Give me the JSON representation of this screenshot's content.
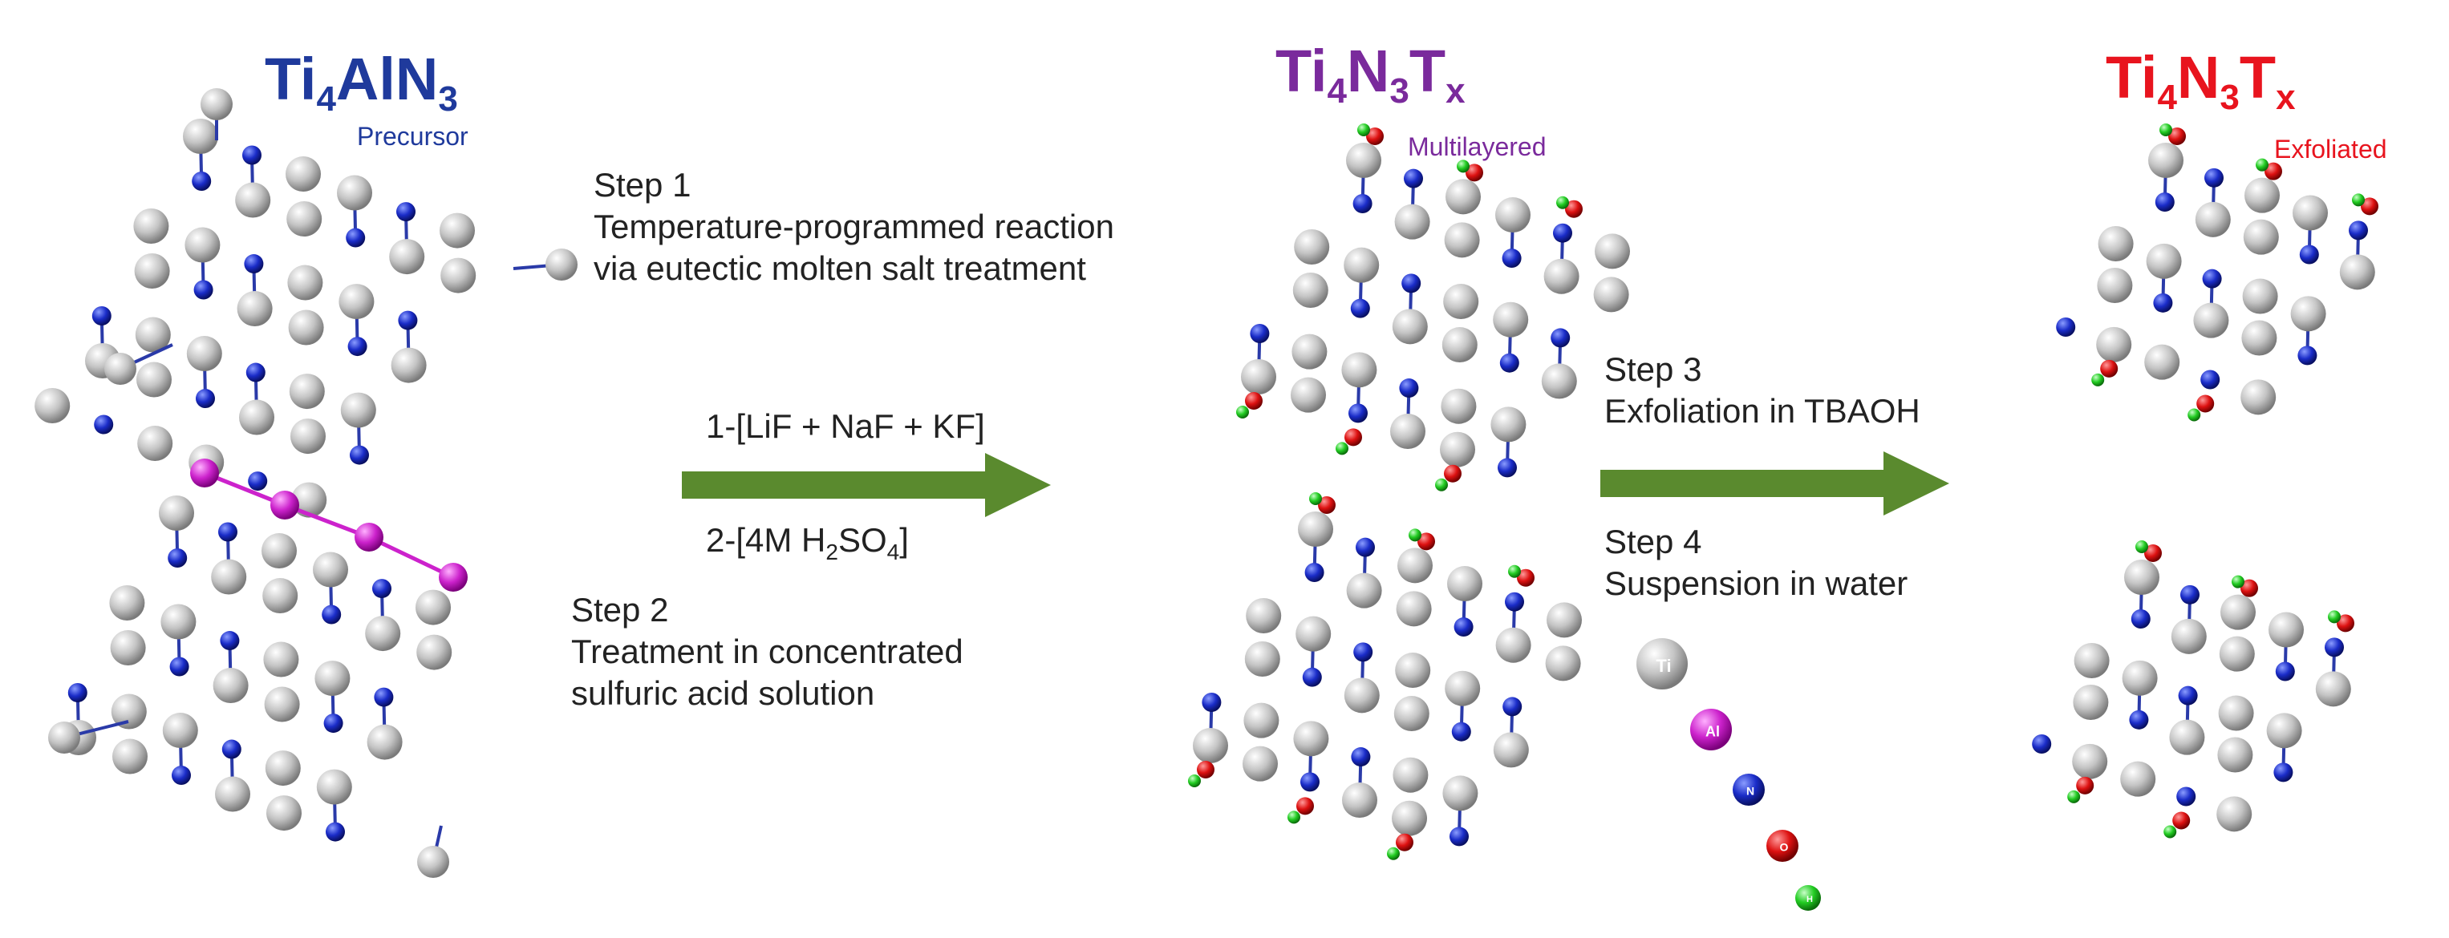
{
  "structures": {
    "precursor": {
      "formula": [
        "Ti",
        "4",
        "AlN",
        "3"
      ],
      "tag": "Precursor"
    },
    "multilayered": {
      "formula": [
        "Ti",
        "4",
        "N",
        "3",
        "T",
        "x"
      ],
      "tag": "Multilayered"
    },
    "exfoliated": {
      "formula": [
        "Ti",
        "4",
        "N",
        "3",
        "T",
        "x"
      ],
      "tag": "Exfoliated"
    }
  },
  "steps": {
    "step1": {
      "title": "Step 1",
      "lines": [
        "Temperature-programmed reaction",
        "via eutectic molten salt treatment"
      ]
    },
    "step2": {
      "title": "Step 2",
      "lines": [
        "Treatment in concentrated",
        "sulfuric acid solution"
      ]
    },
    "step3": {
      "title": "Step 3",
      "lines": [
        "Exfoliation in TBAOH"
      ]
    },
    "step4": {
      "title": "Step 4",
      "lines": [
        "Suspension in water"
      ]
    }
  },
  "reagents": {
    "line1": "1-[LiF + NaF + KF]",
    "line2": [
      "2-[4M H",
      "2",
      "SO",
      "4",
      "]"
    ]
  },
  "legend": [
    {
      "symbol": "Ti",
      "color": "#b8b8b8"
    },
    {
      "symbol": "Al",
      "color": "#cc22cc"
    },
    {
      "symbol": "N",
      "color": "#1a2cc8"
    },
    {
      "symbol": "O",
      "color": "#dd1111"
    },
    {
      "symbol": "H",
      "color": "#22cc22"
    }
  ],
  "colors": {
    "precursor_title": "#1f3a9c",
    "multilayered_title": "#7a2a9c",
    "exfoliated_title": "#e8141e",
    "arrow": "#5a8a2e",
    "bond": "#2a3aa8"
  }
}
